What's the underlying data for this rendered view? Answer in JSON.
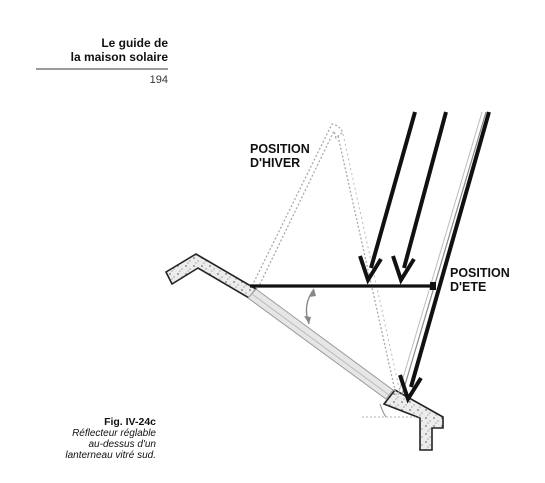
{
  "header": {
    "title_line1": "Le guide de",
    "title_line2": "la maison solaire",
    "page_number": "194"
  },
  "diagram": {
    "winter_label_line1": "POSITION",
    "winter_label_line2": "D'HIVER",
    "summer_label_line1": "POSITION",
    "summer_label_line2": "D'ETE"
  },
  "caption": {
    "label": "Fig. IV-24c",
    "line1": "Réflecteur réglable",
    "line2": "au-dessus d'un",
    "line3": "lanterneau vitré sud."
  }
}
